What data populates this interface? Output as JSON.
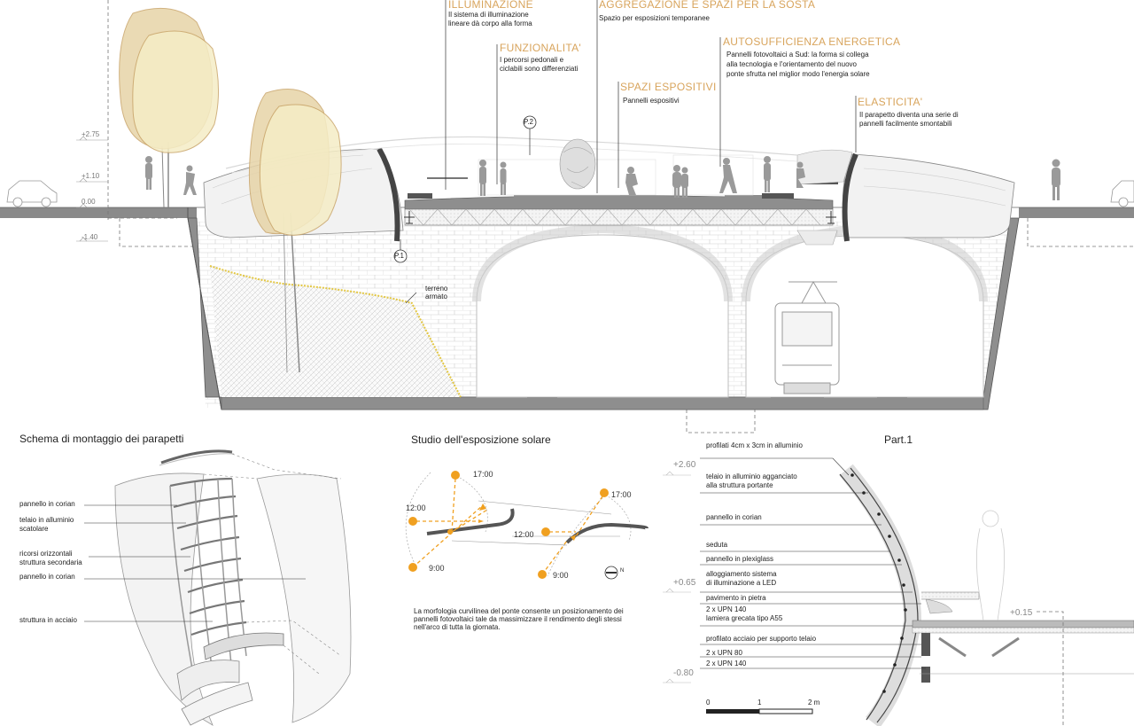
{
  "annotations": {
    "illuminazione": {
      "title": "ILLUMINAZIONE",
      "body": [
        "Il sistema di illuminazione",
        "lineare dà corpo alla forma"
      ]
    },
    "aggregazione": {
      "title": "AGGREGAZIONE E SPAZI PER LA SOSTA",
      "body": [
        "Spazio per esposizioni temporanee"
      ]
    },
    "funzionalita": {
      "title": "FUNZIONALITA'",
      "body": [
        "I percorsi pedonali e",
        "ciclabili sono differenziati"
      ]
    },
    "autosufficienza": {
      "title": "AUTOSUFFICIENZA ENERGETICA",
      "body": [
        "Pannelli fotovoltaici a Sud: la forma si collega",
        "alla tecnologia e l'orientamento del nuovo",
        "ponte sfrutta nel miglior modo l'energia solare"
      ]
    },
    "spazi": {
      "title": "SPAZI ESPOSITIVI",
      "body": [
        "Pannelli espositivi"
      ]
    },
    "elasticita": {
      "title": "ELASTICITA'",
      "body": [
        "Il parapetto diventa una serie di",
        "pannelli facilmente smontabili"
      ]
    }
  },
  "section": {
    "levels": {
      "l1": "+2.75",
      "l2": "+1.10",
      "l3": "0.00",
      "l4": "-1.40"
    },
    "markers": {
      "p1": "P.1",
      "p2": "P.2"
    },
    "terreno": [
      "terreno",
      "armato"
    ]
  },
  "montaggio": {
    "title": "Schema di montaggio dei parapetti",
    "labels": [
      "pannello in corian",
      "telaio in alluminio",
      "scatolare",
      "ricorsi orizzontali",
      "struttura secondaria",
      "pannello in corian",
      "struttura in acciaio"
    ]
  },
  "solare": {
    "title": "Studio dell'esposizione solare",
    "times_left": {
      "t17": "17:00",
      "t12": "12:00",
      "t9": "9:00"
    },
    "times_right": {
      "t17": "17:00",
      "t12": "12:00",
      "t9": "9:00"
    },
    "north": "N",
    "caption": [
      "La morfologia curvilinea del  ponte consente un posizionamento dei",
      "pannelli fotovoltaici tale da massimizzare il rendimento degli stessi",
      "nell'arco di tutta la giornata."
    ]
  },
  "part1": {
    "title": "Part.1",
    "levels": {
      "a": "+2.60",
      "b": "+0.65",
      "c": "-0.80",
      "d": "+0.15"
    },
    "labels": [
      "profilati 4cm x 3cm in alluminio",
      "telaio in alluminio agganciato",
      "alla struttura portante",
      "pannello in corian",
      "seduta",
      "pannello in plexiglass",
      "alloggiamento sistema",
      "di illuminazione a LED",
      "pavimento in pietra",
      "2 x UPN 140",
      "lamiera grecata tipo A55",
      "profilato acciaio per supporto telaio",
      "2 x UPN 80",
      "2 x UPN 140"
    ],
    "scale": {
      "s0": "0",
      "s1": "1",
      "s2": "2 m"
    }
  },
  "colors": {
    "accent": "#d8a45c",
    "tree_fill": "#f2e6bd",
    "tree_stroke": "#c9a56a",
    "sun": "#f0a020",
    "structure": "#555555"
  }
}
